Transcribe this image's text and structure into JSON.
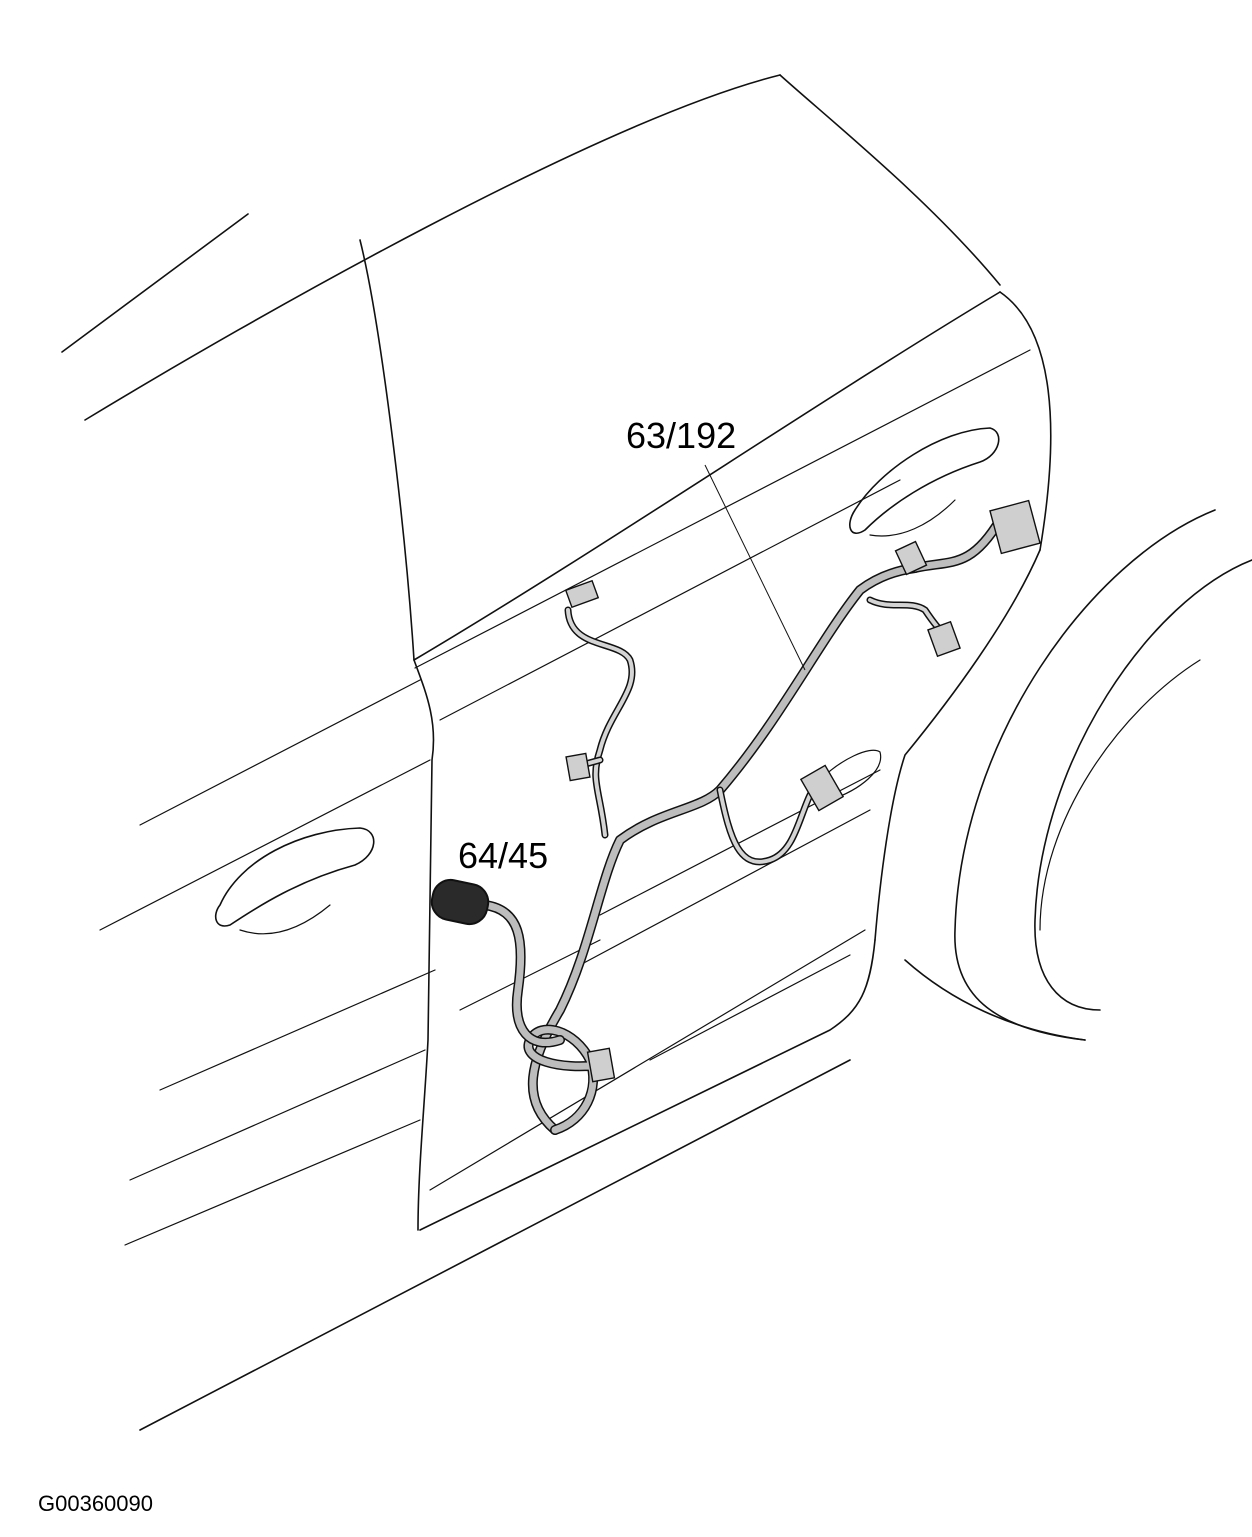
{
  "callouts": {
    "harness_main": "63/192",
    "harness_grommet": "64/45"
  },
  "figure_id": "G00360090",
  "colors": {
    "line": "#111111",
    "harness_fill": "#bdbdbd",
    "connector_fill": "#cfcfcf",
    "grommet_fill": "#2a2a2a",
    "background": "#ffffff"
  }
}
